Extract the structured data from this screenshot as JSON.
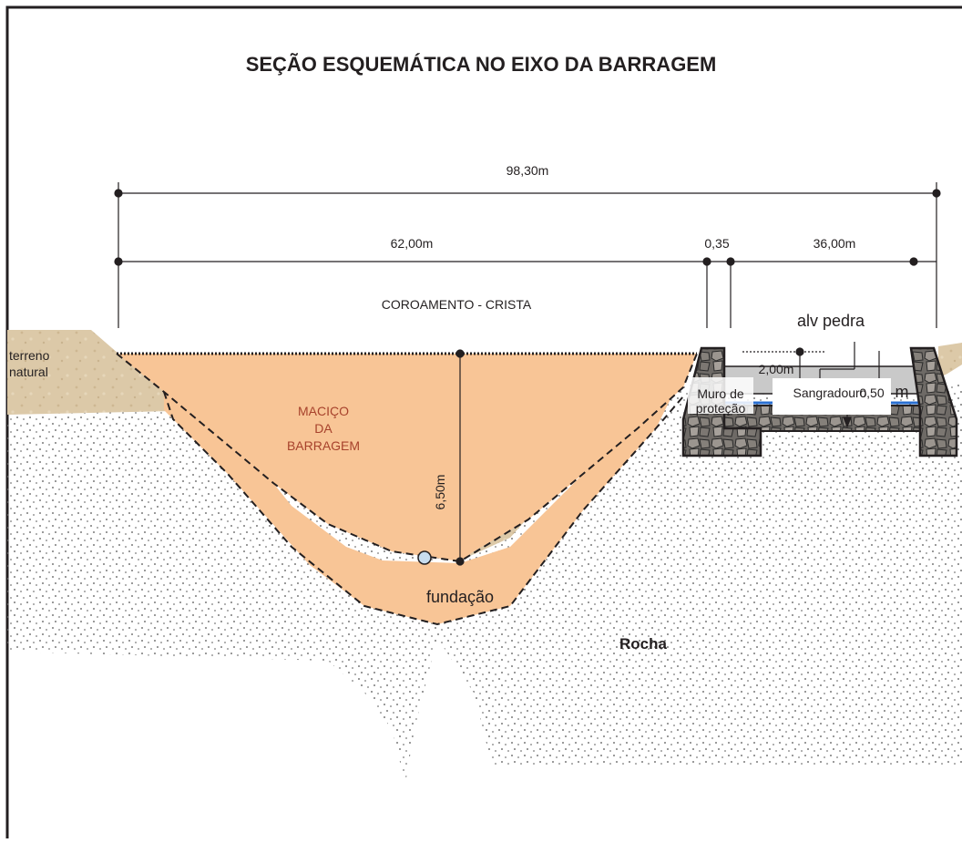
{
  "title": "SEÇÃO ESQUEMÁTICA NO EIXO DA BARRAGEM",
  "dimensions": {
    "total_width": "98,30m",
    "crest_width": "62,00m",
    "wall_gap": "0,35",
    "spillway_width": "36,00m",
    "height": "6,50m",
    "spillway_depth": "2,00m",
    "small_depth": "0,50",
    "small_depth_unit": "m"
  },
  "labels": {
    "crest": "COROAMENTO - CRISTA",
    "natural_ground_line1": "terreno",
    "natural_ground_line2": "natural",
    "dam_body_line1": "MACIÇO",
    "dam_body_line2": "DA",
    "dam_body_line3": "BARRAGEM",
    "foundation": "fundação",
    "rock": "Rocha",
    "stone_masonry": "alv pedra",
    "protection_wall_line1": "Muro de",
    "protection_wall_line2": "proteção",
    "spillway": "Sangradouro"
  },
  "colors": {
    "dam_fill": "#f8c596",
    "ground": "#d9c6a5",
    "rock_dots": "#7a7a7a",
    "stone": "#8a8580",
    "water": "#2a6fd1",
    "red_text": "#a7422c"
  }
}
